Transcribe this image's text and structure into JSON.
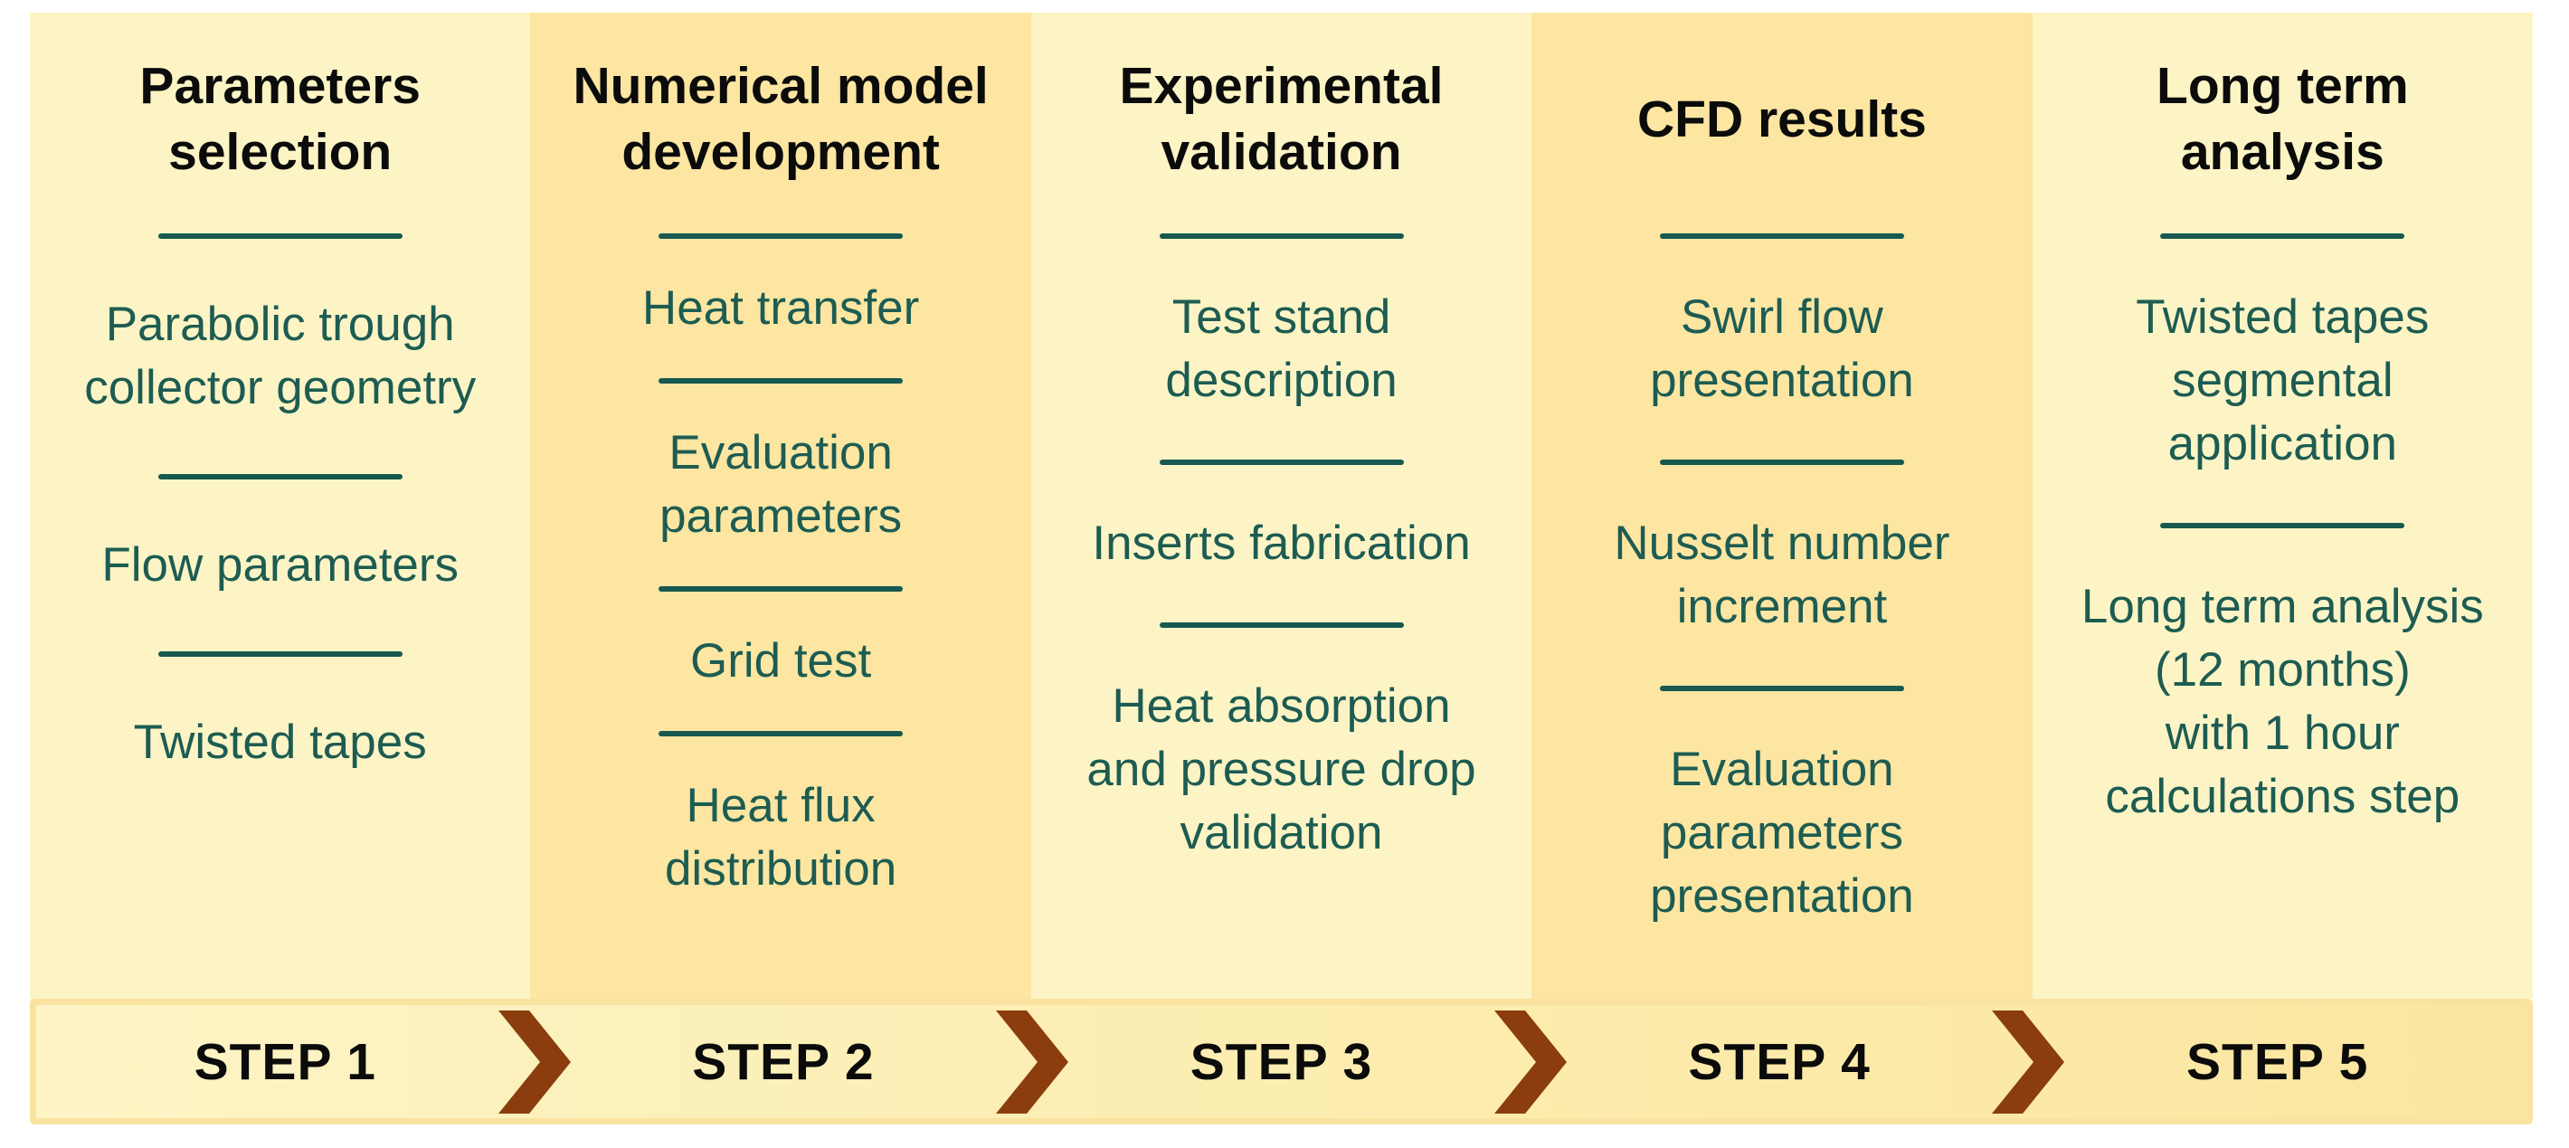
{
  "figure": {
    "description": "Five-step research methodology flow diagram",
    "columns": [
      {
        "step": "STEP 1",
        "title": "Parameters\nselection",
        "items": [
          "Parabolic trough\ncollector geometry",
          "Flow parameters",
          "Twisted tapes"
        ]
      },
      {
        "step": "STEP 2",
        "title": "Numerical model\ndevelopment",
        "items": [
          "Heat transfer",
          "Evaluation\nparameters",
          "Grid test",
          "Heat flux\ndistribution"
        ]
      },
      {
        "step": "STEP 3",
        "title": "Experimental\nvalidation",
        "items": [
          "Test stand\ndescription",
          "Inserts fabrication",
          "Heat absorption\nand pressure drop\nvalidation"
        ]
      },
      {
        "step": "STEP 4",
        "title": "CFD results",
        "items": [
          "Swirl flow\npresentation",
          "Nusselt number\nincrement",
          "Evaluation\nparameters\npresentation"
        ]
      },
      {
        "step": "STEP 5",
        "title": "Long term\nanalysis",
        "items": [
          "Twisted tapes\nsegmental\napplication",
          "Long term analysis\n(12 months)\nwith 1 hour\ncalculations step"
        ]
      }
    ],
    "colors": {
      "column_light": "#FCF4C5",
      "column_dark": "#FCE6A2",
      "bar_fill_left": "#FDF4C6",
      "bar_fill_right": "#FBE6A0",
      "bar_border": "#FAE3A0",
      "divider_line": "#17594F",
      "body_text": "#1D5C52",
      "title_text": "#0B0B0B",
      "chevron": "#8B3D0E"
    },
    "icons": {
      "separator": "chevron-right-icon"
    }
  }
}
